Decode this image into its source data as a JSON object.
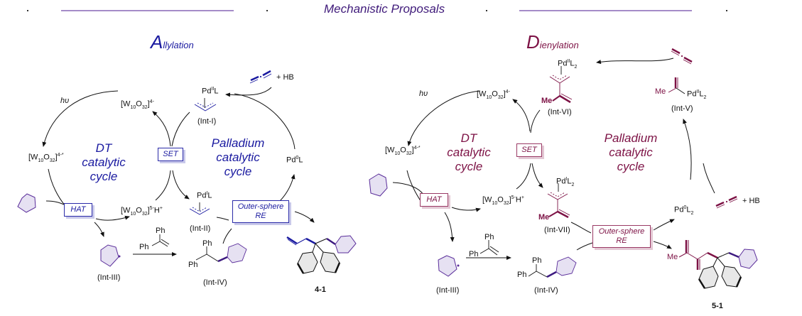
{
  "header": {
    "title": "Mechanistic Proposals",
    "rule_color": "#a58cc8",
    "title_color": "#3f1a7a"
  },
  "left_panel": {
    "section_initial": "A",
    "section_rest": "llylation",
    "accent_color": "#1a1aa0",
    "dt_cycle": {
      "line1": "DT",
      "line2": "catalytic",
      "line3": "cycle"
    },
    "pd_cycle": {
      "line1": "Palladium",
      "line2": "catalytic",
      "line3": "cycle"
    },
    "boxes": {
      "set": "SET",
      "hat": "HAT",
      "re_line1": "Outer-sphere",
      "re_line2": "RE"
    },
    "species": {
      "hv": "hυ",
      "w_ground": "[W10O32]4-",
      "w_excited": "[W10O32]4-*",
      "w_reduced": "[W10O32]5-H+",
      "pd2": "PdIIL",
      "pd1": "PdIL",
      "pd0": "Pd0L",
      "plus_hb": "+ HB",
      "ph": "Ph"
    },
    "intermediates": [
      "(Int-I)",
      "(Int-II)",
      "(Int-III)",
      "(Int-IV)"
    ],
    "product": "4-1"
  },
  "right_panel": {
    "section_initial": "D",
    "section_rest": "ienylation",
    "accent_color": "#7d1245",
    "dt_cycle": {
      "line1": "DT",
      "line2": "catalytic",
      "line3": "cycle"
    },
    "pd_cycle": {
      "line1": "Palladium",
      "line2": "catalytic",
      "line3": "cycle"
    },
    "boxes": {
      "set": "SET",
      "hat": "HAT",
      "re_line1": "Outer-sphere",
      "re_line2": "RE"
    },
    "species": {
      "hv": "hυ",
      "w_ground": "[W10O32]4-",
      "w_excited": "[W10O32]4-*",
      "w_reduced": "[W10O32]5-H+",
      "pd2": "PdIIL2",
      "pd1": "PdIL2",
      "pd0": "Pd0L2",
      "plus_hb": "+ HB",
      "me": "Me",
      "ph": "Ph"
    },
    "intermediates": [
      "(Int-III)",
      "(Int-IV)",
      "(Int-V)",
      "(Int-VI)",
      "(Int-VII)"
    ],
    "product": "5-1"
  }
}
